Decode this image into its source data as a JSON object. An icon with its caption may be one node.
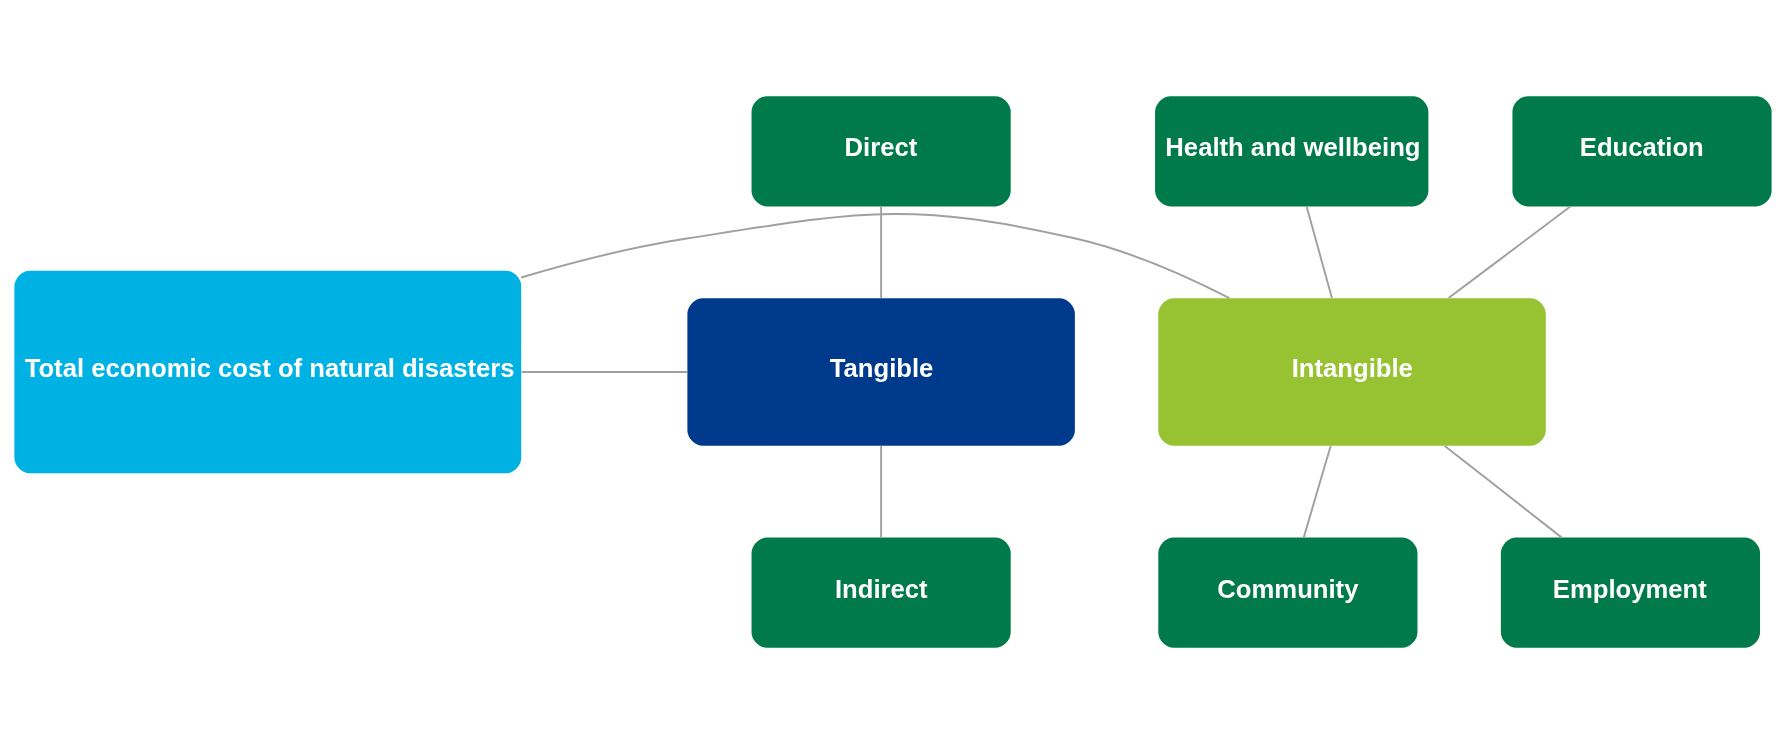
{
  "diagram": {
    "nodes": [
      {
        "text": [
          "Tangible"
        ]
      },
      {
        "text": [
          "Direct"
        ]
      },
      {
        "text": [
          "Indirect"
        ]
      },
      {
        "text": [
          "Total economic cost of natural disasters"
        ]
      },
      {
        "text": [
          "Intangible"
        ]
      },
      {
        "text": [
          "Health and wellbeing"
        ]
      },
      {
        "text": [
          "Education"
        ]
      },
      {
        "text": [
          "Employment"
        ]
      },
      {
        "text": [
          "Community"
        ]
      }
    ],
    "edges": [
      {
        "from": 0,
        "to": 1,
        "arrow": "none"
      },
      {
        "from": 0,
        "to": 2,
        "arrow": "none"
      },
      {
        "from": 3,
        "to": 0,
        "arrow": "none"
      },
      {
        "from": 3,
        "to": 4,
        "arrow": "none"
      },
      {
        "from": 4,
        "to": 5,
        "arrow": "none"
      },
      {
        "from": 4,
        "to": 6,
        "arrow": "none"
      },
      {
        "from": 4,
        "to": 7,
        "arrow": "none"
      },
      {
        "from": 4,
        "to": 8,
        "arrow": "none"
      }
    ]
  }
}
